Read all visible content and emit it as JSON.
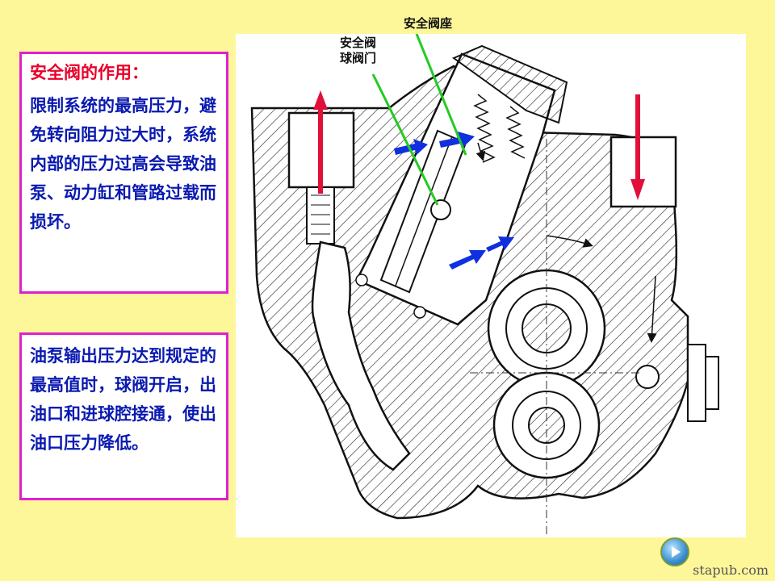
{
  "box1": {
    "heading": "安全阀的作用：",
    "body": "限制系统的最高压力，避免转向阻力过大时，系统内部的压力过高会导致油泵、动力缸和管路过载而损坏。"
  },
  "box2": {
    "body": "油泵输出压力达到规定的最高值时，球阀开启，出油口和进球腔接通，使出油口压力降低。"
  },
  "callouts": {
    "seat": "安全阀座",
    "ball_line1": "安全阀",
    "ball_line2": "球阀门"
  },
  "watermark": "stapub.com",
  "colors": {
    "background": "#FDF79A",
    "box_border": "#E020D0",
    "heading": "#E8002A",
    "body_text": "#0A1AB0",
    "red_arrow": "#E0103A",
    "blue_arrow": "#1030E0",
    "leader_line": "#22CC22"
  },
  "icons": {
    "play": "play-icon"
  }
}
